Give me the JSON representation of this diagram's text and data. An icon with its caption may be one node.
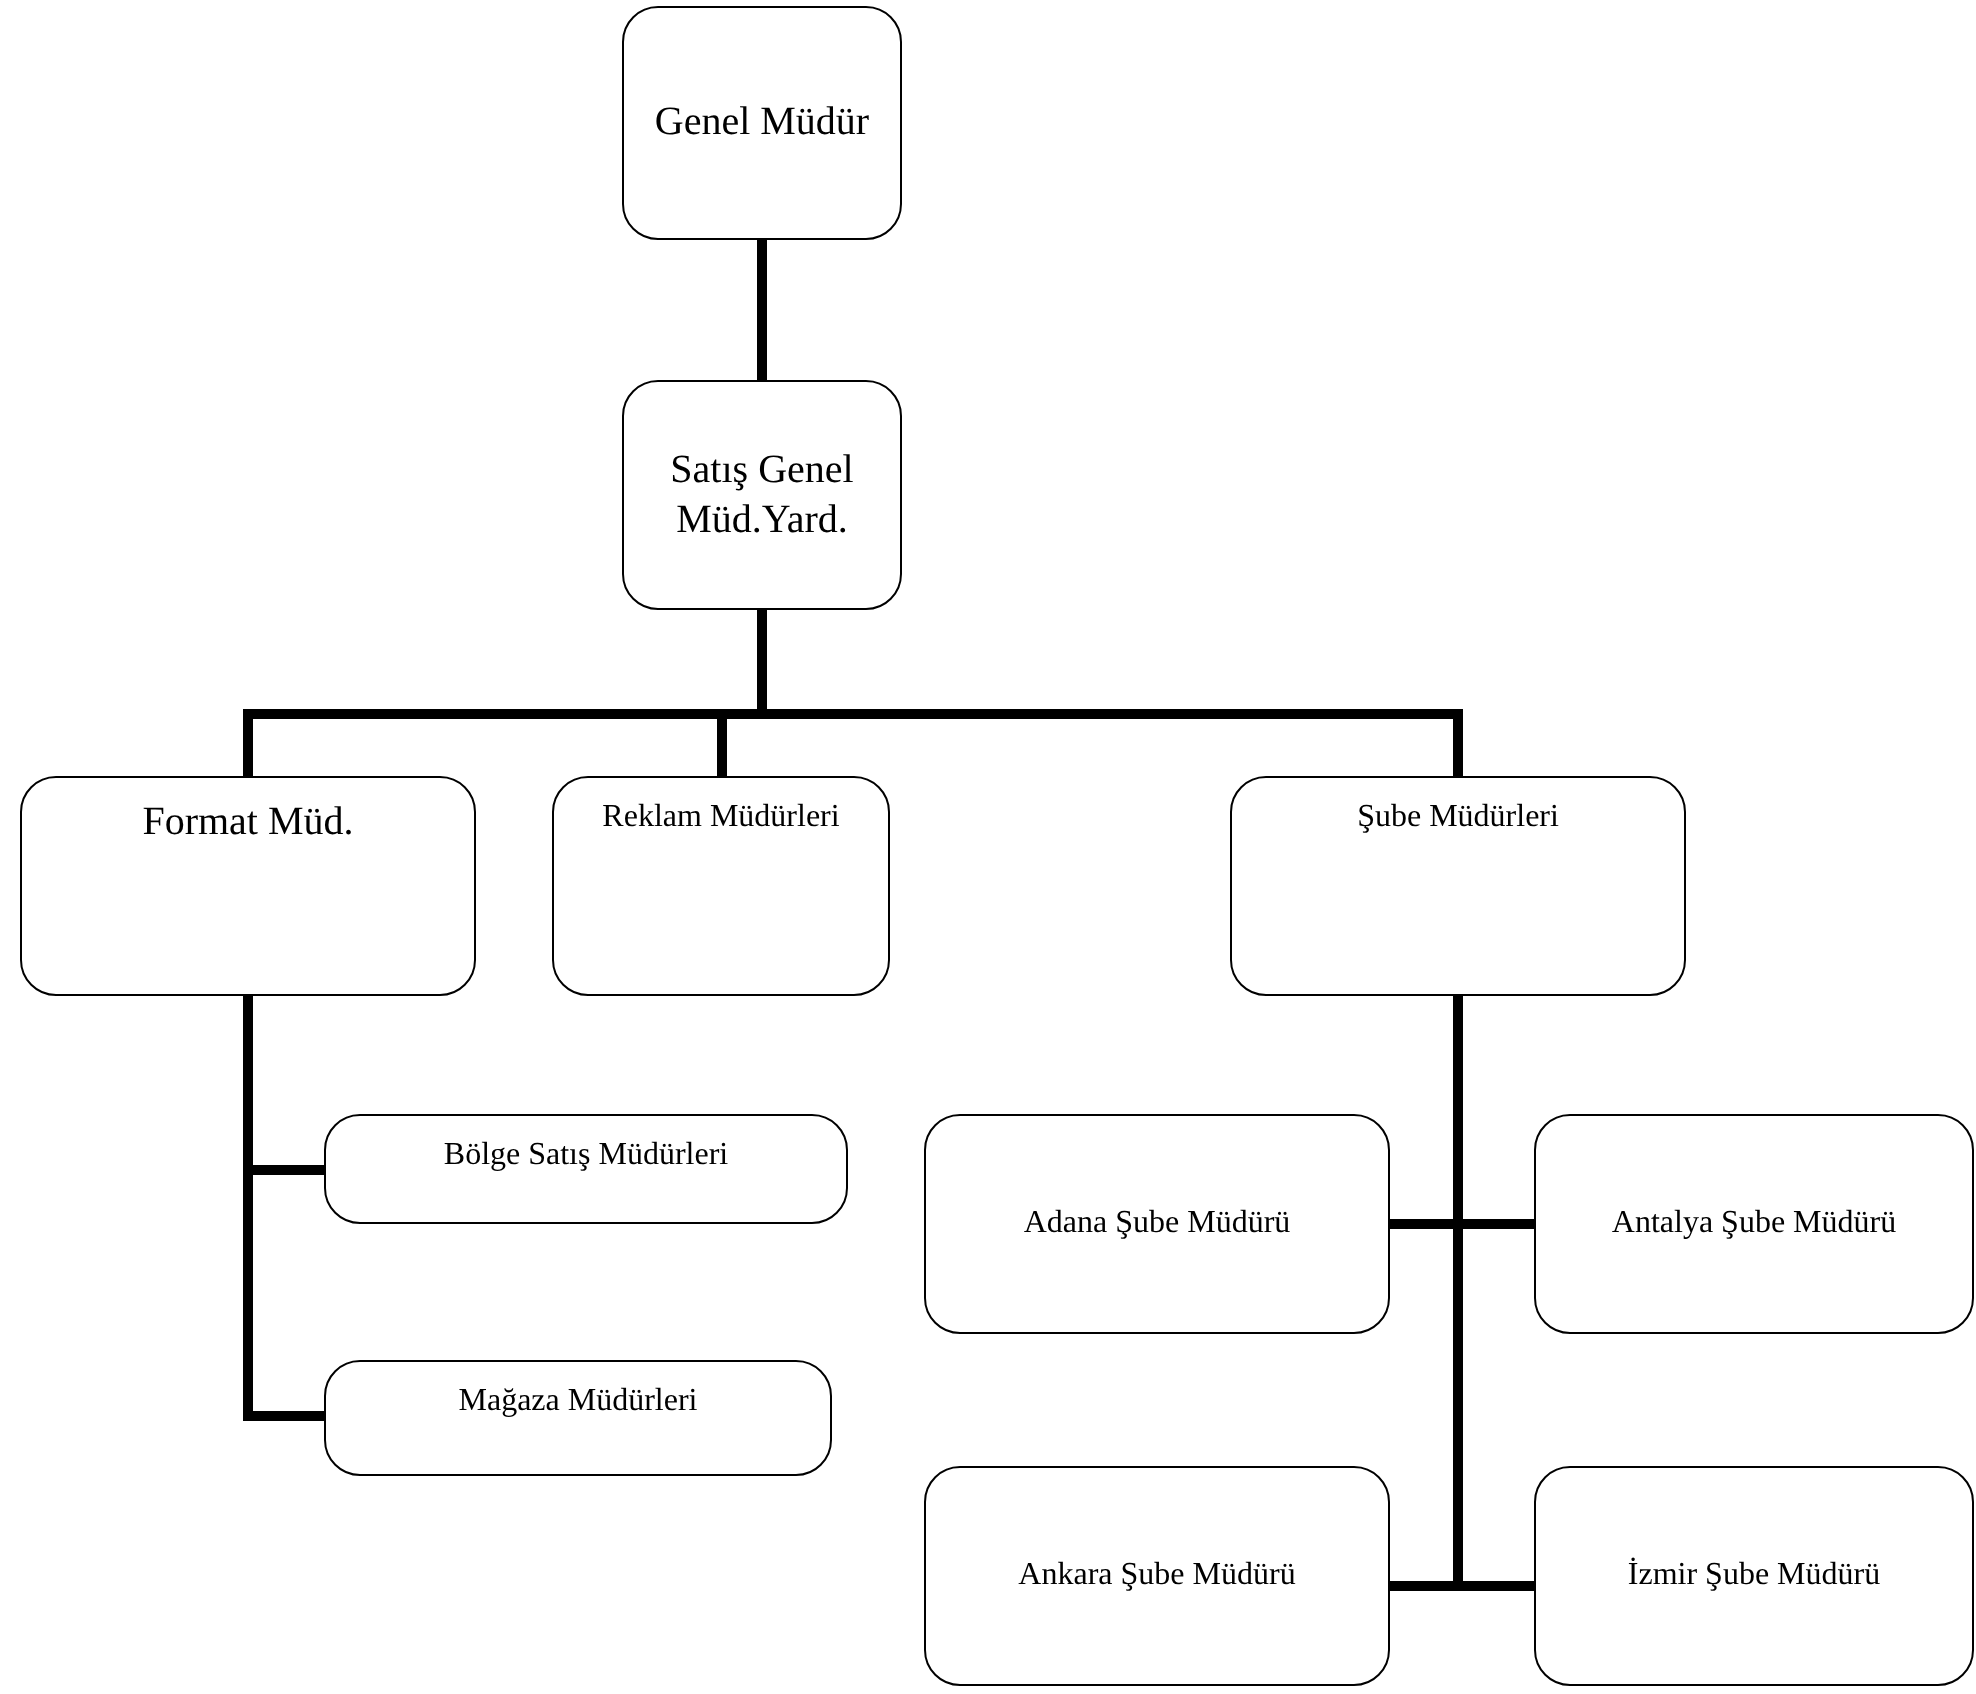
{
  "diagram": {
    "nodes": [
      {
        "text": [
          "Genel Müdür"
        ]
      },
      {
        "text": [
          "Satış Genel Müd.Yard."
        ]
      },
      {
        "text": [
          "Format Müd."
        ]
      },
      {
        "text": [
          "Reklam Müdürleri"
        ]
      },
      {
        "text": [
          "Şube Müdürleri"
        ]
      },
      {
        "text": [
          "Bölge Satış Müdürleri"
        ]
      },
      {
        "text": [
          "Mağaza Müdürleri"
        ]
      },
      {
        "text": [
          "Adana Şube Müdürü"
        ]
      },
      {
        "text": [
          "Antalya Şube Müdürü"
        ]
      },
      {
        "text": [
          "Ankara Şube Müdürü"
        ]
      },
      {
        "text": [
          "İzmir Şube Müdürü"
        ]
      }
    ],
    "edges": [
      {
        "from": 0,
        "to": 1,
        "arrow": "none"
      },
      {
        "from": 1,
        "to": 2,
        "arrow": "none"
      },
      {
        "from": 1,
        "to": 3,
        "arrow": "none"
      },
      {
        "from": 1,
        "to": 4,
        "arrow": "none"
      },
      {
        "from": 2,
        "to": 5,
        "arrow": "none"
      },
      {
        "from": 2,
        "to": 6,
        "arrow": "none"
      },
      {
        "from": 4,
        "to": 7,
        "arrow": "none"
      },
      {
        "from": 4,
        "to": 8,
        "arrow": "none"
      },
      {
        "from": 4,
        "to": 9,
        "arrow": "none"
      },
      {
        "from": 4,
        "to": 10,
        "arrow": "none"
      }
    ]
  }
}
